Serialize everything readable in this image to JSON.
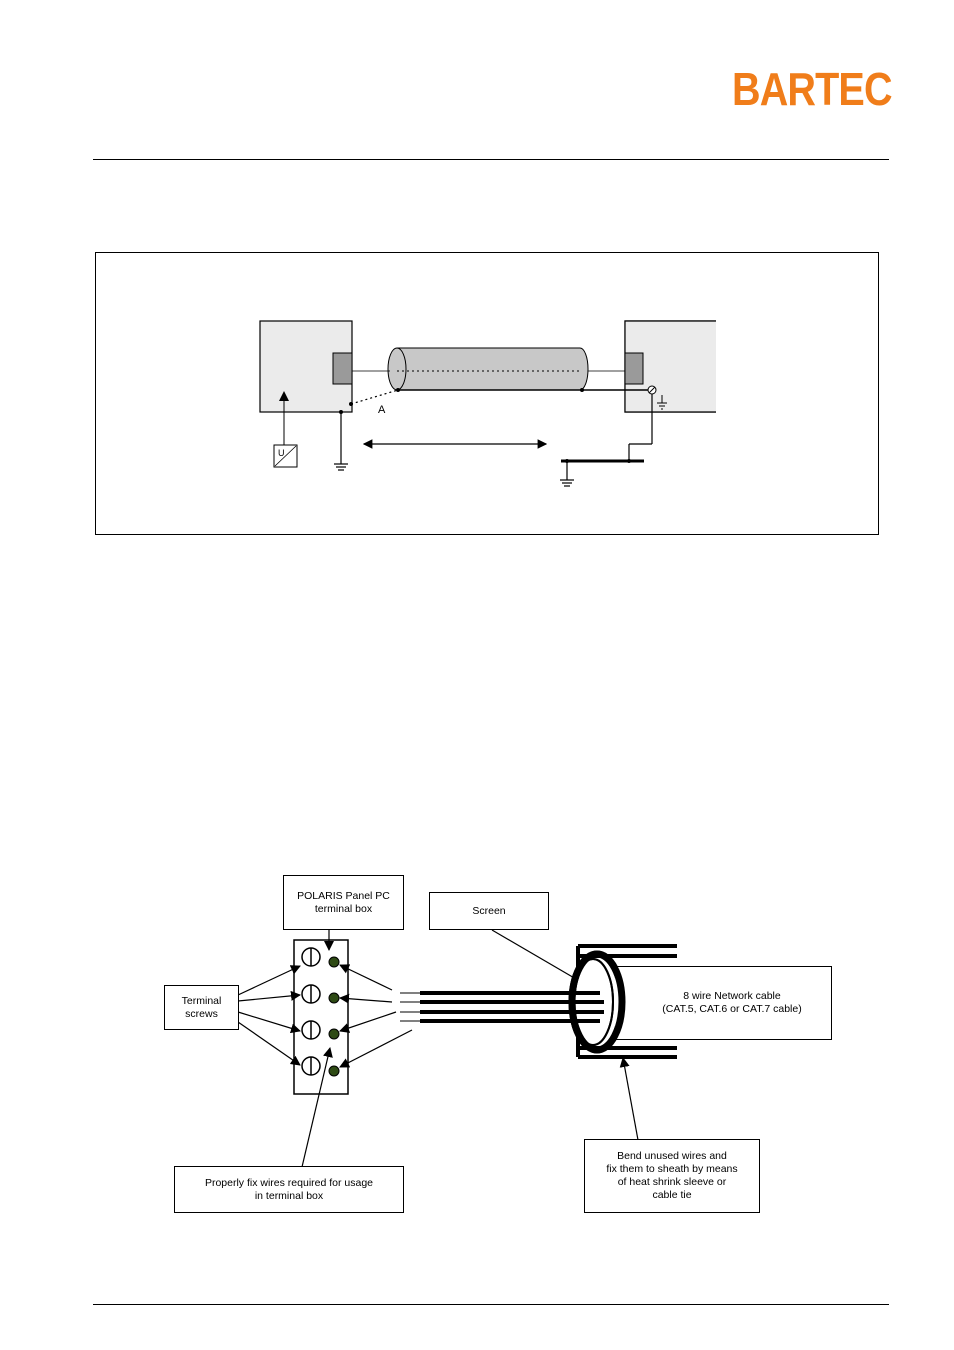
{
  "header": {
    "logo_text": "BARTEC",
    "brand_color": "#f07d1a"
  },
  "figure1": {
    "label_a": "A",
    "converter_symbol": "U"
  },
  "figure2": {
    "polaris_box": "POLARIS Panel PC\nterminal box",
    "screen": "Screen",
    "terminal_screws": "Terminal\nscrews",
    "network_cable": "8 wire Network cable\n(CAT.5, CAT.6 or CAT.7 cable)",
    "fix_wires": "Properly fix wires required for usage\nin terminal box",
    "bend_wires": "Bend unused wires and\nfix them to sheath by means\nof heat shrink sleeve or\ncable tie"
  }
}
